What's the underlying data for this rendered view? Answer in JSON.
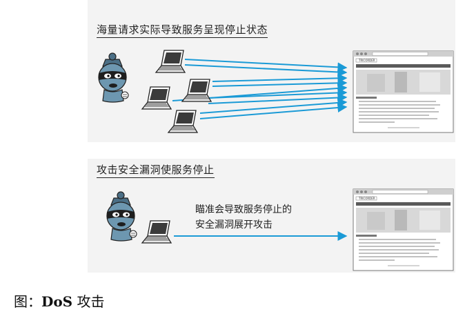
{
  "top_section": {
    "heading": "海量请求实际导致服务呈现停止状态"
  },
  "bottom_section": {
    "heading": "攻击安全漏洞使服务停止",
    "note_line1": "瞄准会导致服务停止的",
    "note_line2": "安全漏洞展开攻击"
  },
  "figure_caption": {
    "prefix": "图：",
    "term": "DoS",
    "suffix": " 攻击"
  },
  "browser": {
    "logo_text": "TRICORDER"
  },
  "colors": {
    "arrow": "#1a9ad6",
    "panel": "#f3f3f3"
  }
}
